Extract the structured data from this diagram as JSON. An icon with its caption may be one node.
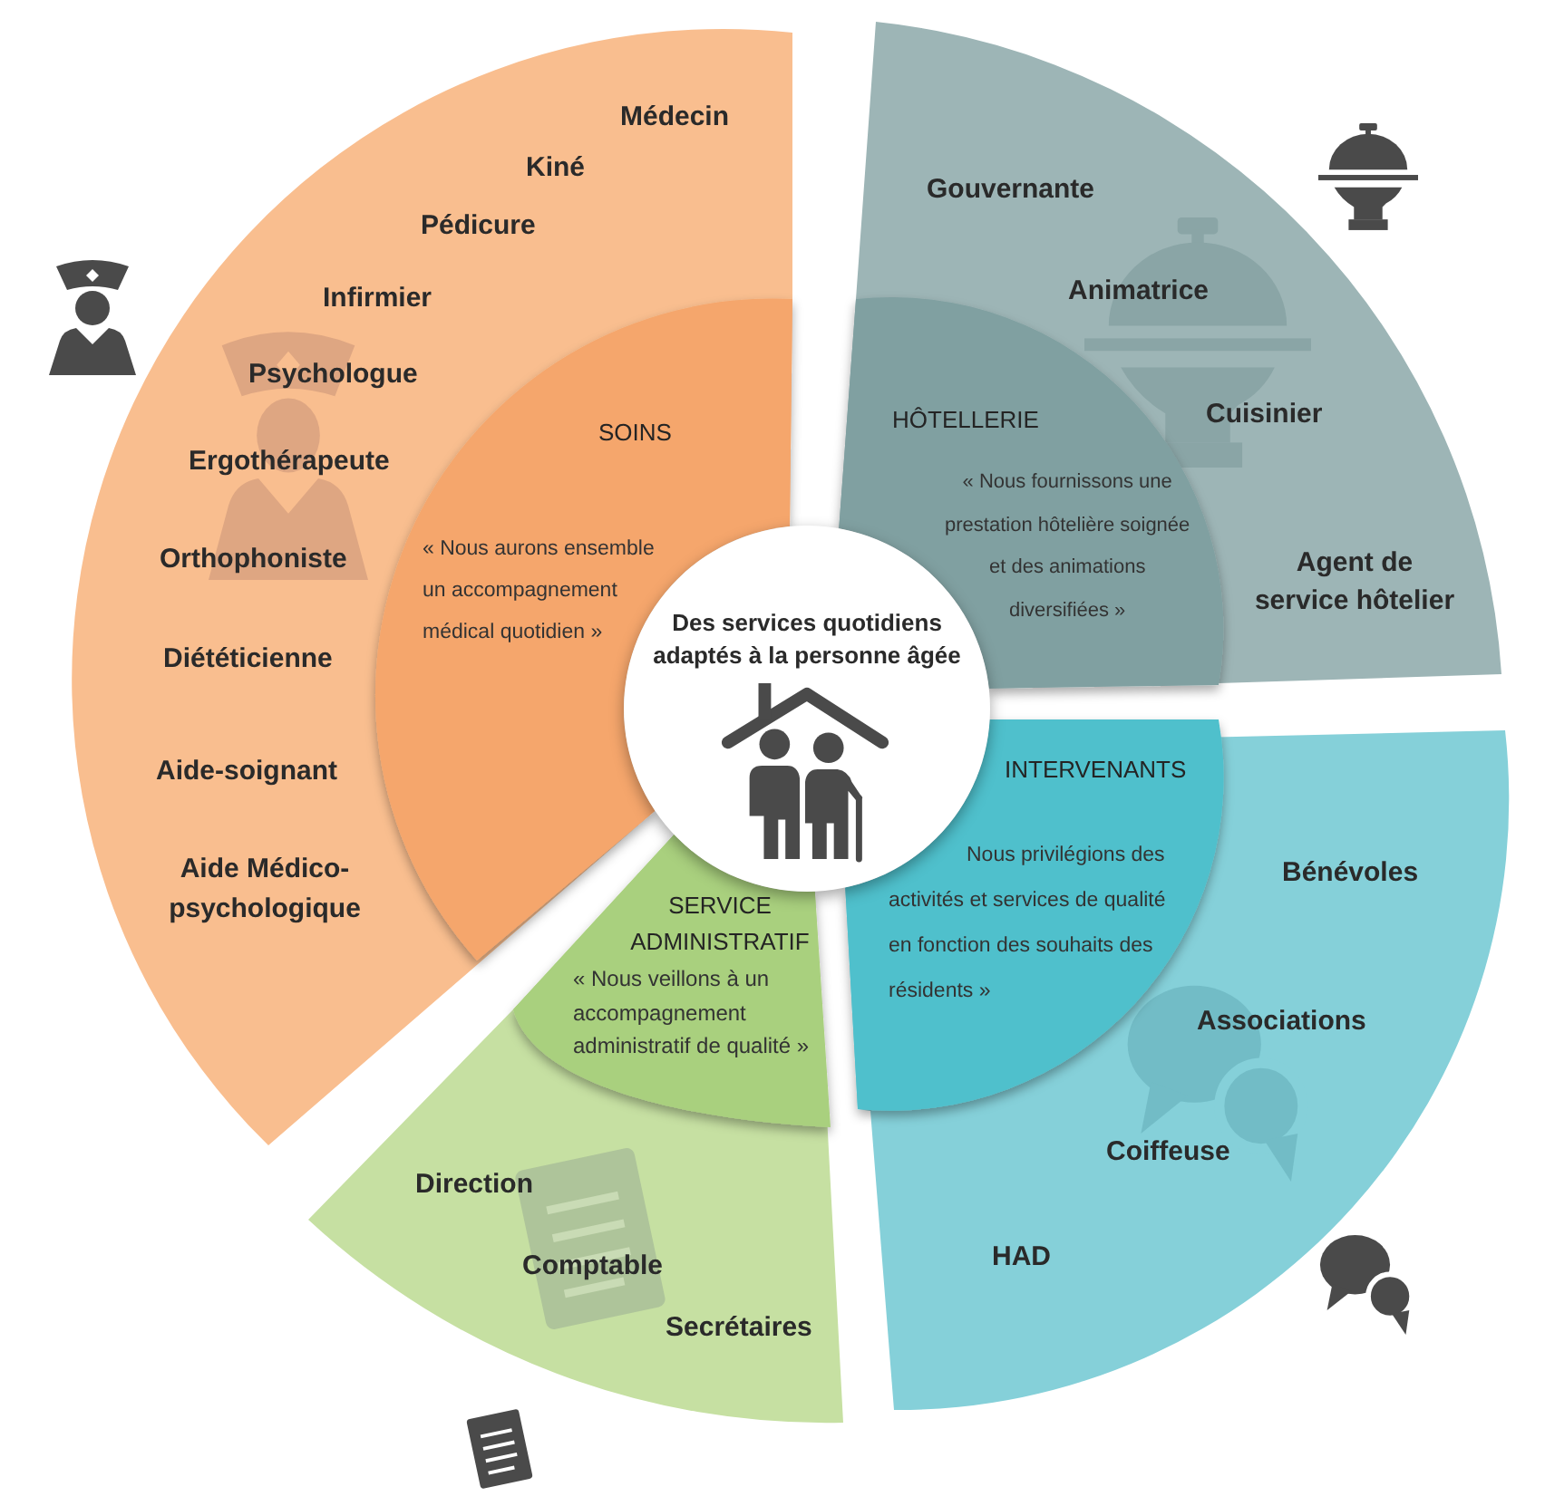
{
  "diagram": {
    "nodes": [
      {
        "text": [
          "Médecin",
          "Kiné",
          "Pédicure",
          "Infirmier",
          "Psychologue",
          "Ergothérapeute",
          "Orthophoniste",
          "Diététicienne",
          "Aide-soignant",
          "Aide Médico-psychologique"
        ]
      },
      {
        "text": [
          "SOINS",
          "« Nous aurons ensemble un accompagnement médical quotidien »"
        ],
        "in": 0
      },
      {
        "text": [
          "Gouvernante",
          "Animatrice",
          "Cuisinier",
          "Agent de service hôtelier"
        ]
      },
      {
        "text": [
          "HÔTELLERIE",
          "« Nous fournissons une prestation hôtelière soignée et des animations diversifiées »"
        ],
        "in": 2
      },
      {
        "text": [
          "Des services quotidiens adaptés à la personne âgée"
        ]
      },
      {
        "text": [
          "Bénévoles",
          "Associations",
          "Coiffeuse",
          "HAD"
        ]
      },
      {
        "text": [
          "INTERVENANTS",
          "Nous privilégions des activités et services de qualité en fonction des souhaits des résidents »"
        ],
        "in": 5
      },
      {
        "text": [
          "Direction",
          "Comptable",
          "Secrétaires"
        ]
      },
      {
        "text": [
          "SERVICE ADMINISTRATIF",
          "« Nous veillons à un accompagnement administratif de qualité »"
        ],
        "in": 7
      }
    ]
  }
}
